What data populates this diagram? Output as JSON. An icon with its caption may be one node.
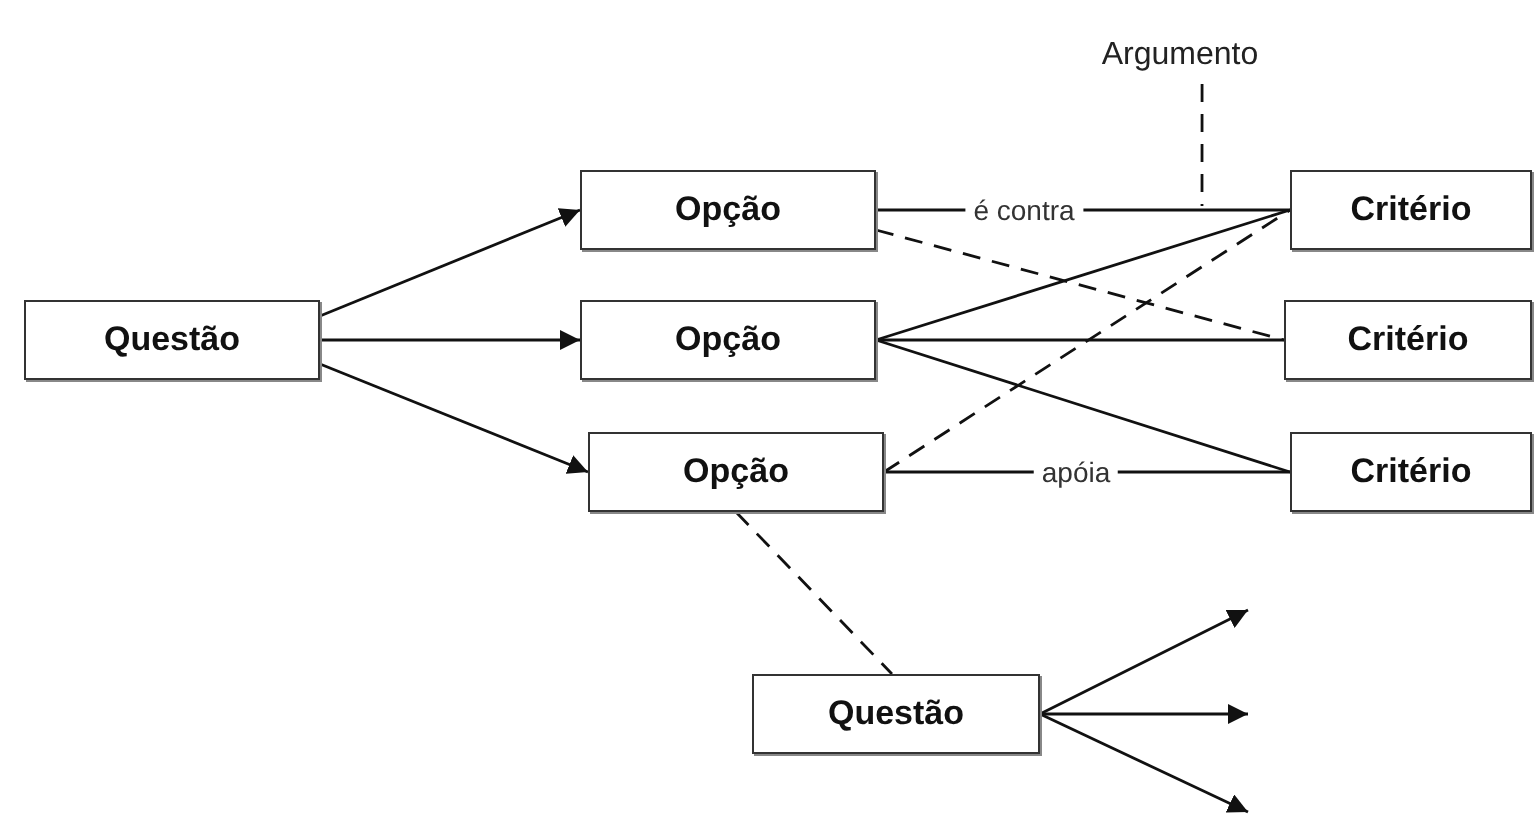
{
  "diagram": {
    "nodes": [
      {
        "text": [
          "Questão"
        ]
      },
      {
        "text": [
          "Opção"
        ]
      },
      {
        "text": [
          "Opção"
        ]
      },
      {
        "text": [
          "Opção"
        ]
      },
      {
        "text": [
          "Critério"
        ]
      },
      {
        "text": [
          "Critério"
        ]
      },
      {
        "text": [
          "Critério"
        ]
      },
      {
        "text": [
          "Argumento"
        ]
      },
      {
        "text": [
          "Questão"
        ]
      }
    ],
    "edges": [
      {
        "from": 0,
        "to": 1,
        "arrow": "to"
      },
      {
        "from": 0,
        "to": 2,
        "arrow": "to"
      },
      {
        "from": 0,
        "to": 3,
        "arrow": "to"
      },
      {
        "from": 1,
        "to": 4,
        "arrow": "none",
        "label": "é contra"
      },
      {
        "from": 1,
        "to": 5,
        "arrow": "none",
        "style": "dashed"
      },
      {
        "from": 2,
        "to": 4,
        "arrow": "none"
      },
      {
        "from": 2,
        "to": 5,
        "arrow": "none"
      },
      {
        "from": 2,
        "to": 6,
        "arrow": "none"
      },
      {
        "from": 3,
        "to": 4,
        "arrow": "none",
        "style": "dashed"
      },
      {
        "from": 3,
        "to": 6,
        "arrow": "none",
        "label": "apóia"
      },
      {
        "from": 3,
        "to": 8,
        "arrow": "none",
        "style": "dashed"
      },
      {
        "from": 7,
        "to": null,
        "arrow": "none",
        "style": "dashed"
      },
      {
        "from": 8,
        "to": null,
        "arrow": "to"
      },
      {
        "from": 8,
        "to": null,
        "arrow": "to"
      },
      {
        "from": 8,
        "to": null,
        "arrow": "to"
      }
    ]
  }
}
